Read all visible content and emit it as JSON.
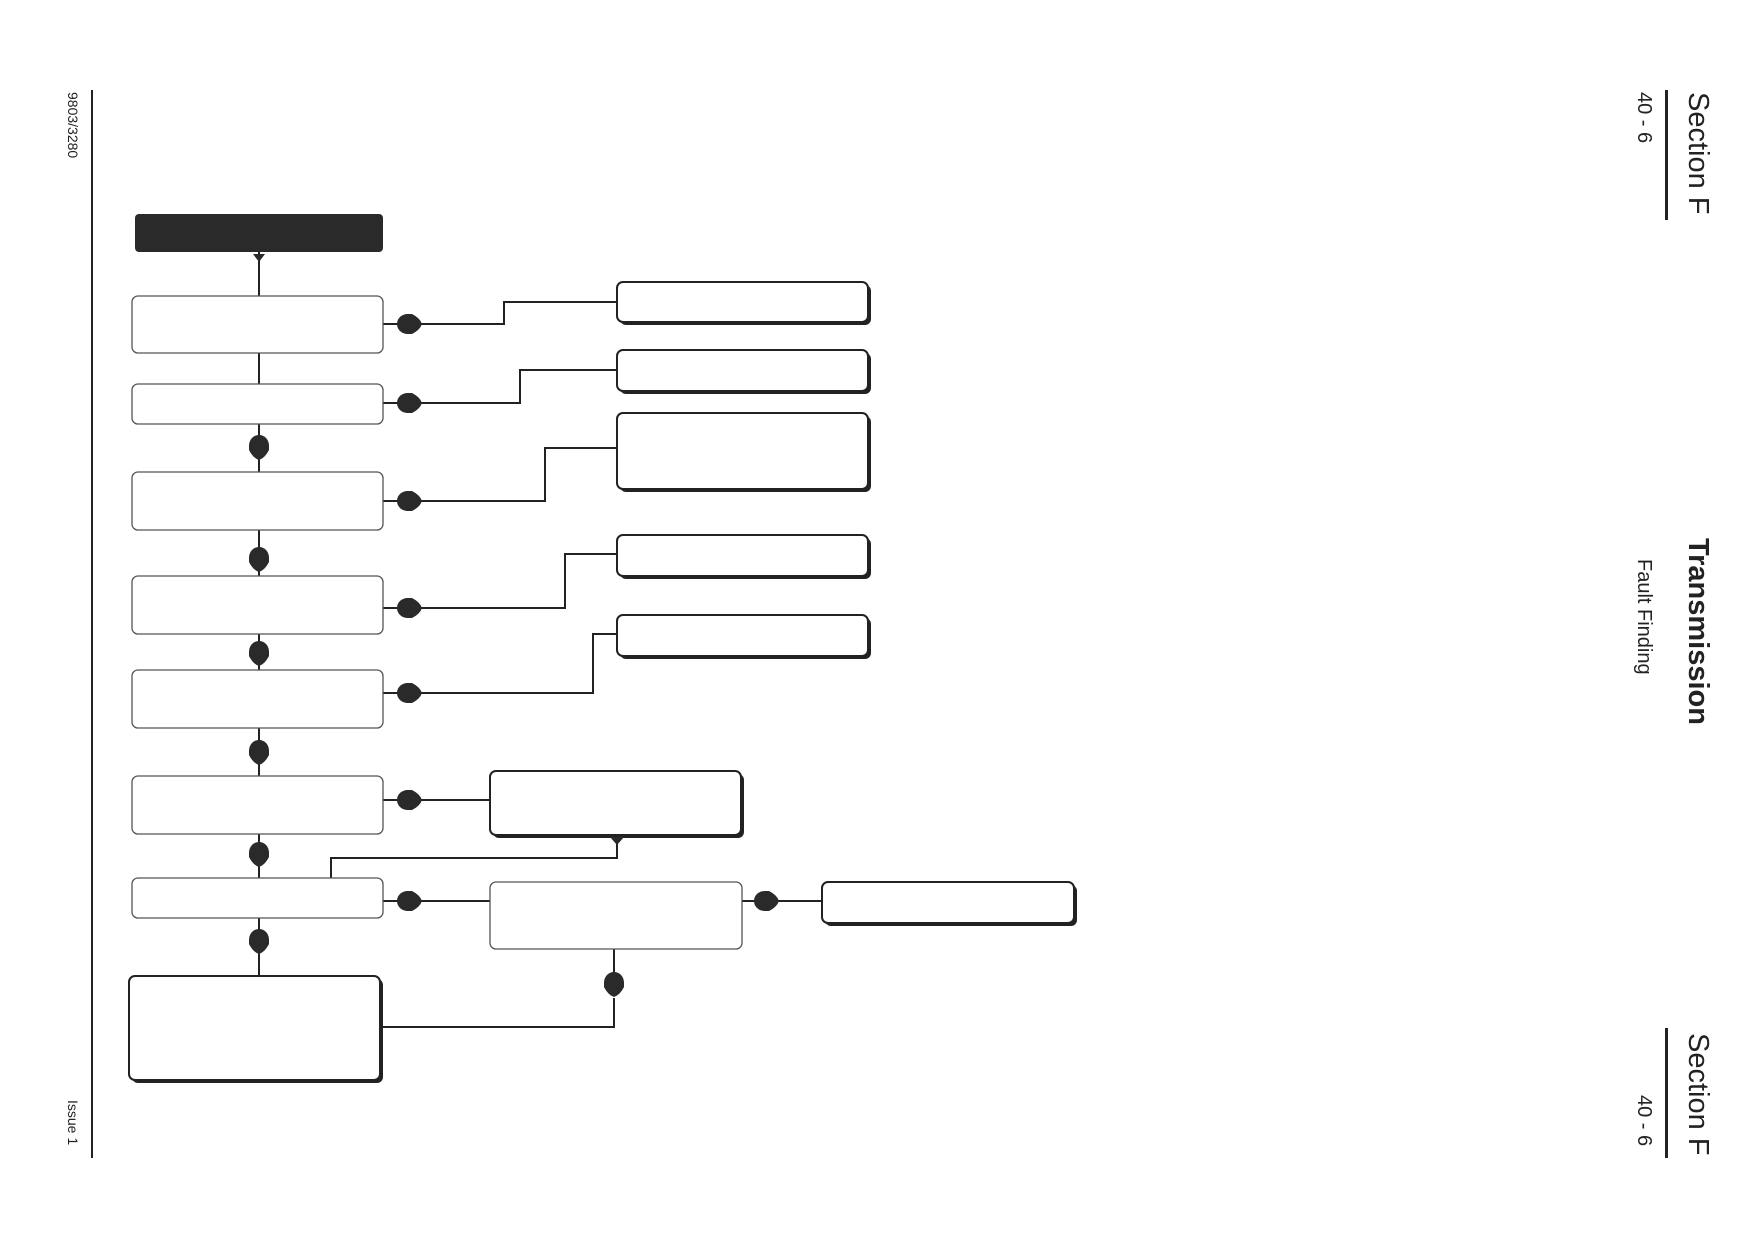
{
  "header": {
    "section_top": "Section F",
    "page_top": "40 - 6",
    "title": "Transmission",
    "subtitle": "Fault Finding",
    "section_bottom": "Section F",
    "page_bottom": "40 - 6"
  },
  "footer": {
    "doc_number": "9803/3280",
    "issue": "Issue 1"
  },
  "colors": {
    "ink": "#222222",
    "box_fill": "#ffffff",
    "start_fill": "#2a2a2a"
  }
}
